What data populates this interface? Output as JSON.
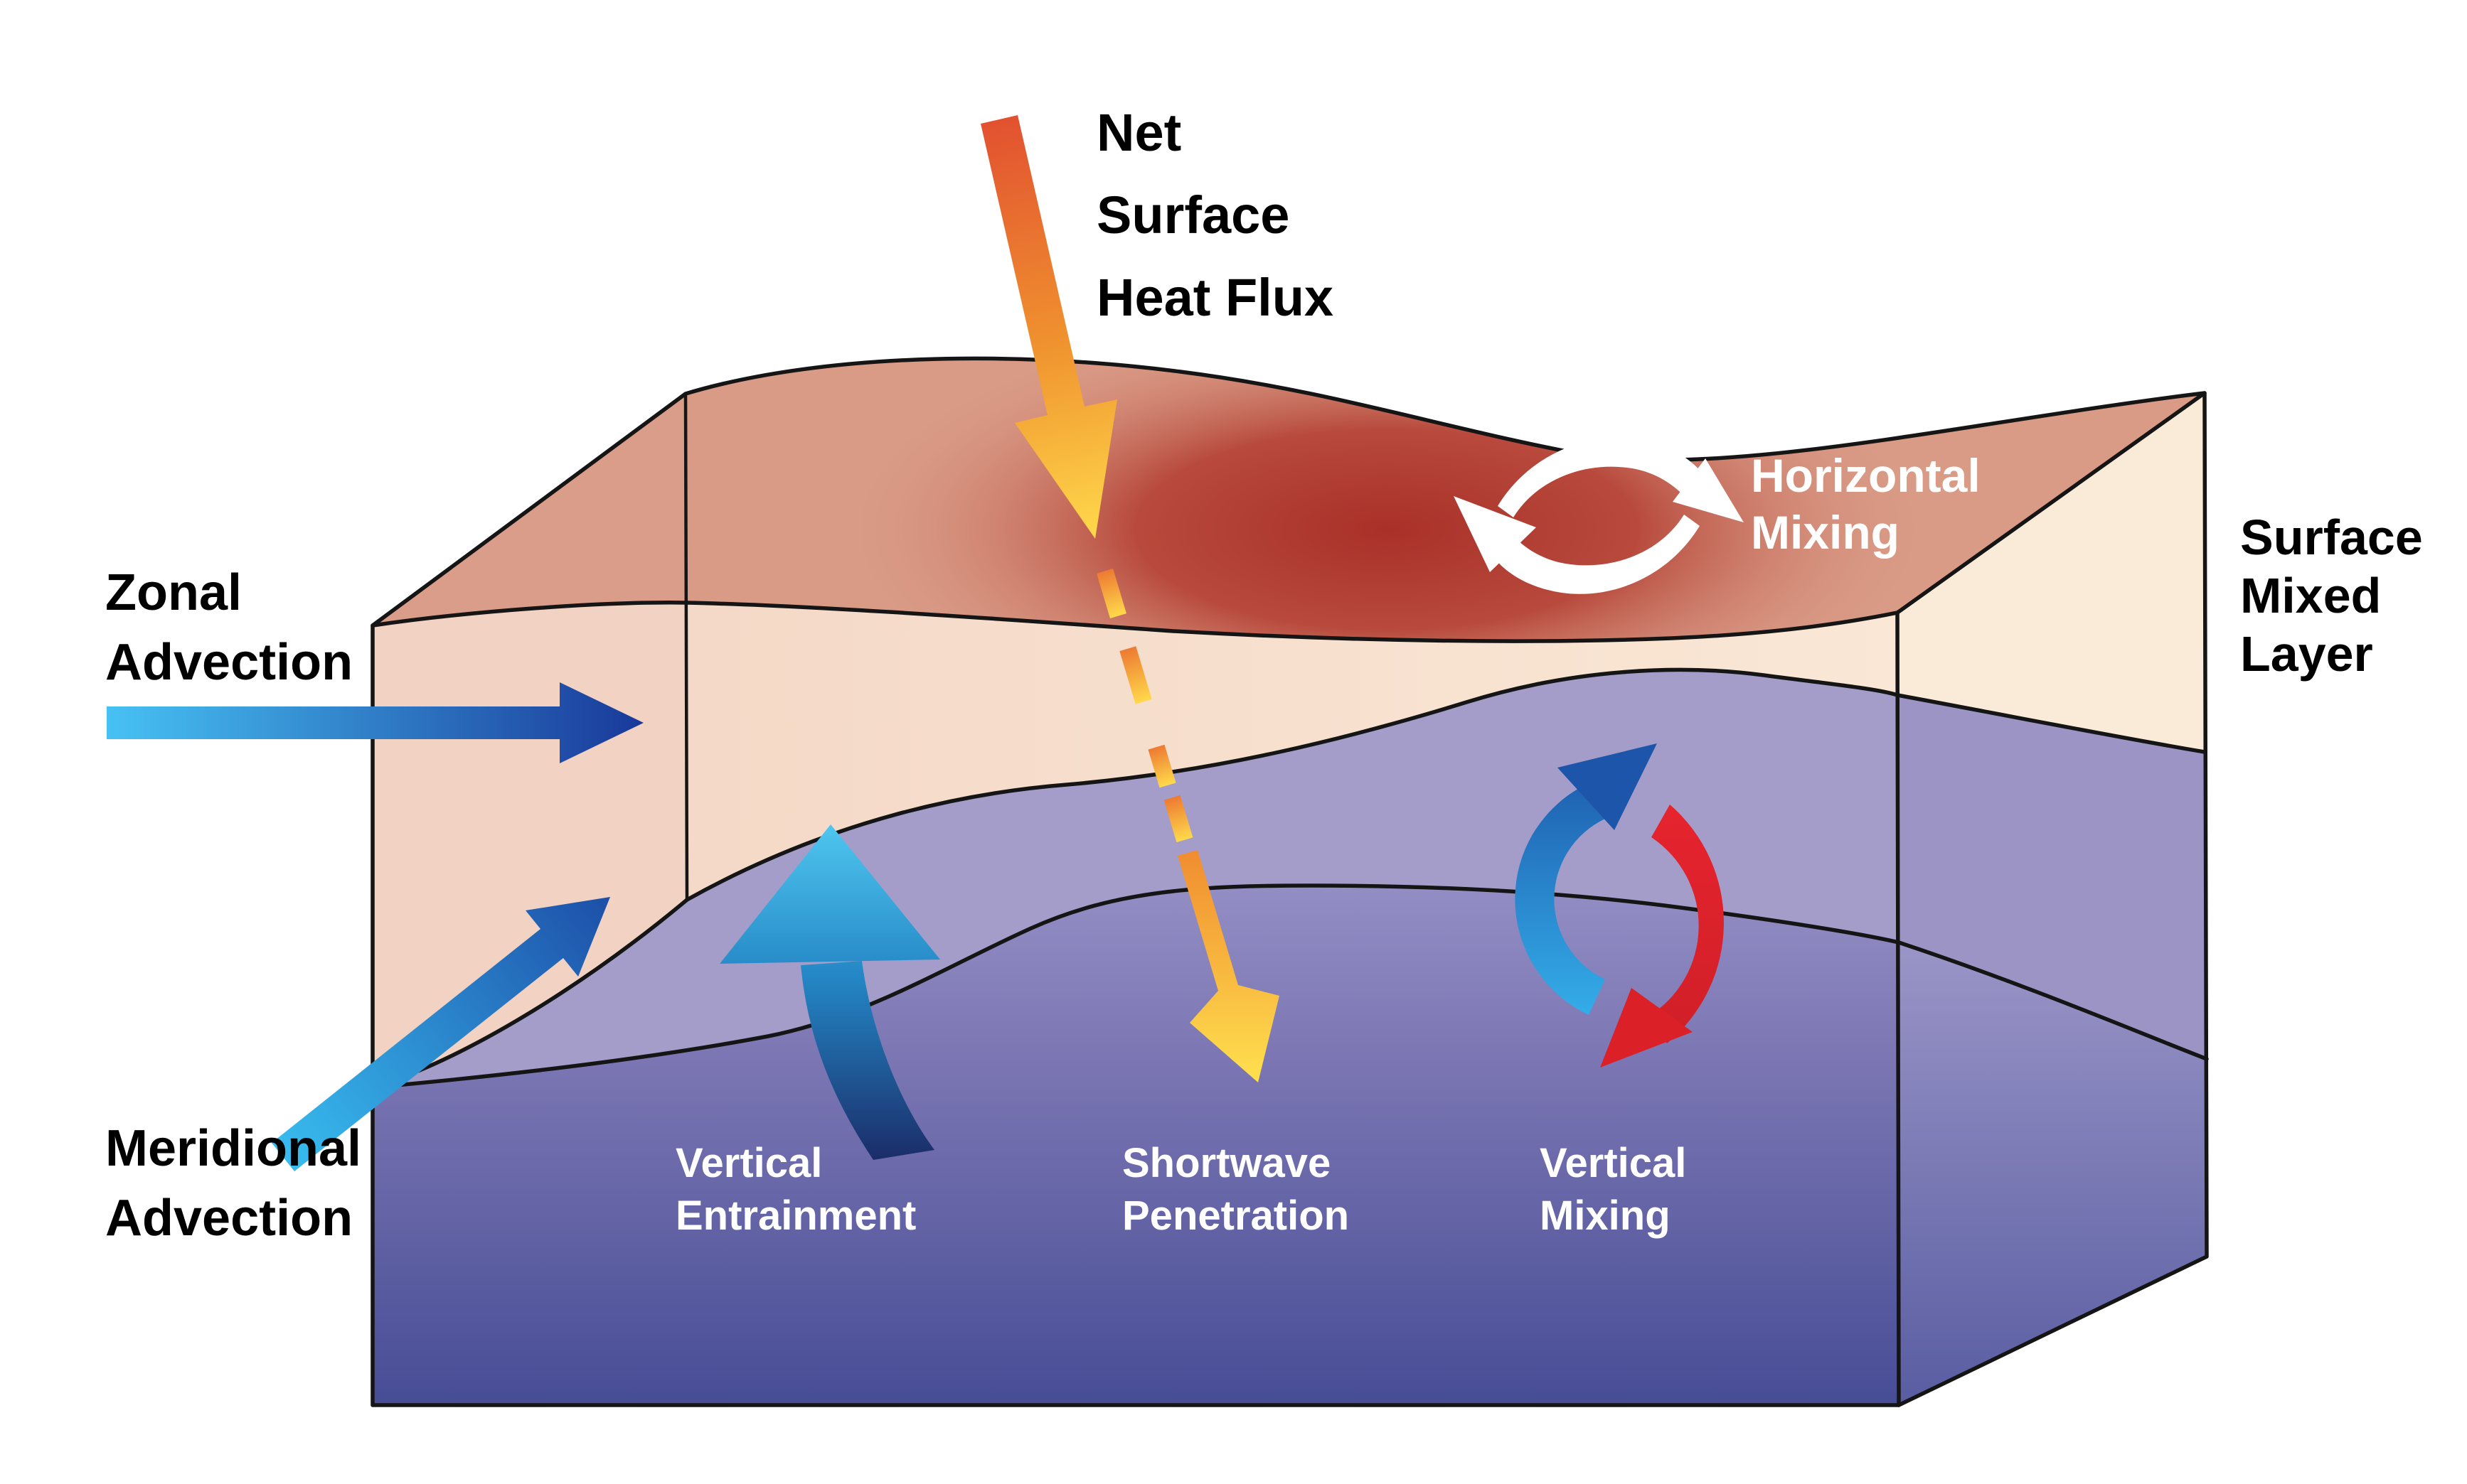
{
  "figure": {
    "kind": "ocean-mixed-layer-process-schematic",
    "background": "#ffffff"
  },
  "labels": {
    "net_surface_heat_flux": {
      "lines": [
        "Net",
        "Surface",
        "Heat Flux"
      ],
      "color": "#000000"
    },
    "zonal_advection": {
      "lines": [
        "Zonal",
        "Advection"
      ],
      "color": "#000000"
    },
    "meridional_advection": {
      "lines": [
        "Meridional",
        "Advection"
      ],
      "color": "#000000"
    },
    "surface_mixed_layer": {
      "lines": [
        "Surface",
        "Mixed",
        "Layer"
      ],
      "color": "#000000"
    },
    "horizontal_mixing": {
      "lines": [
        "Horizontal",
        "Mixing"
      ],
      "color": "#ffffff"
    },
    "vertical_entrainment": {
      "lines": [
        "Vertical",
        "Entrainment"
      ],
      "color": "#ffffff"
    },
    "shortwave_penetration": {
      "lines": [
        "Shortwave",
        "Penetration"
      ],
      "color": "#ffffff"
    },
    "vertical_mixing": {
      "lines": [
        "Vertical",
        "Mixing"
      ],
      "color": "#ffffff"
    }
  },
  "icons": [
    {
      "name": "net-surface-heat-flux-arrow",
      "meaning": "downward heat flux arrow",
      "colors": [
        "#E25130",
        "#FFD94B"
      ]
    },
    {
      "name": "shortwave-penetration-arrow",
      "meaning": "dashed penetrating radiation arrow",
      "colors": [
        "#ED7A32",
        "#FFE14E"
      ]
    },
    {
      "name": "zonal-advection-arrow",
      "meaning": "horizontal advection arrow",
      "colors": [
        "#47C2F4",
        "#19399A"
      ]
    },
    {
      "name": "meridional-advection-arrow",
      "meaning": "diagonal advection arrow",
      "colors": [
        "#38BCEF",
        "#1D4FA8"
      ]
    },
    {
      "name": "vertical-entrainment-arrow",
      "meaning": "upward curved entrainment arrow",
      "colors": [
        "#1A2A66",
        "#4FC6EF"
      ]
    },
    {
      "name": "horizontal-mixing-icon",
      "meaning": "white circulating arrows",
      "colors": [
        "#ffffff"
      ]
    },
    {
      "name": "vertical-mixing-icon",
      "meaning": "counter-rotating blue and red arrows",
      "colors": [
        "#35B2EC",
        "#1C55A9",
        "#E6242E"
      ]
    }
  ],
  "colors": {
    "sea_surface_warm_core": "#A93028",
    "sea_surface_base": "#D99B86",
    "mixed_layer_front": "#F3D5C4",
    "mixed_layer_right_face": "#FAEBD9",
    "thermocline_band": "#A59DC9",
    "deep_ocean_top": "#948FC5",
    "deep_ocean_bottom": "#464C95",
    "outline": "#151515"
  }
}
